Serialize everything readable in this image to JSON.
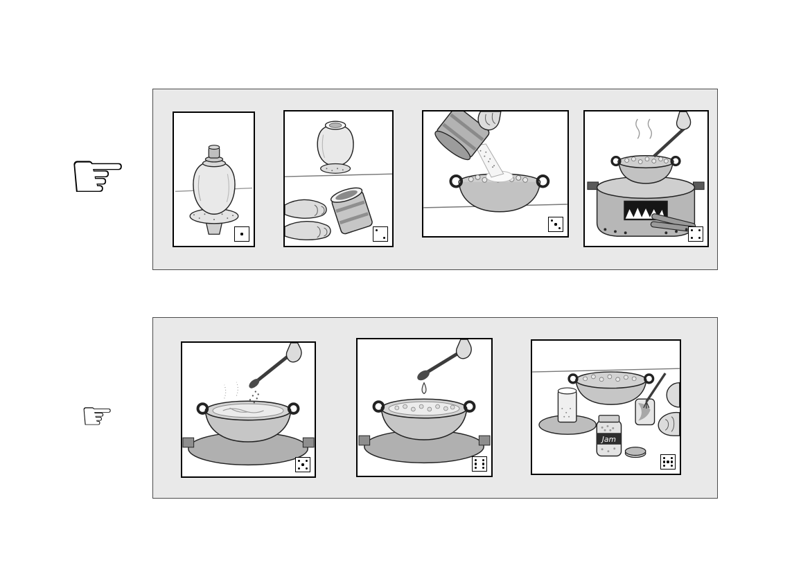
{
  "colors": {
    "page_bg": "#ffffff",
    "panel_bg": "#e9e9e9",
    "frame_border": "#000000"
  },
  "icons": {
    "pointer_glyph": "☞",
    "pointer_name": "pointing-hand-icon"
  },
  "labels": {
    "jam": "Jam"
  },
  "panels": [
    {
      "steps": [
        {
          "dice": 1,
          "scene": "covered-clay-pot-standing-on-grain-dish"
        },
        {
          "dice": 2,
          "scene": "jar-on-stand-above-hands-holding-measuring-mug"
        },
        {
          "dice": 3,
          "scene": "hands-pouring-grain-from-tin-into-wide-pot"
        },
        {
          "dice": 4,
          "scene": "steaming-pot-stirred-on-wood-fired-stove"
        }
      ]
    },
    {
      "steps": [
        {
          "dice": 5,
          "scene": "sprinkling-from-long-spoon-into-boiling-pot"
        },
        {
          "dice": 6,
          "scene": "drop-falling-from-spoon-held-over-pot"
        },
        {
          "dice": 7,
          "scene": "spooning-food-into-jar-with-jam-jar-glass-and-tray"
        }
      ]
    }
  ]
}
